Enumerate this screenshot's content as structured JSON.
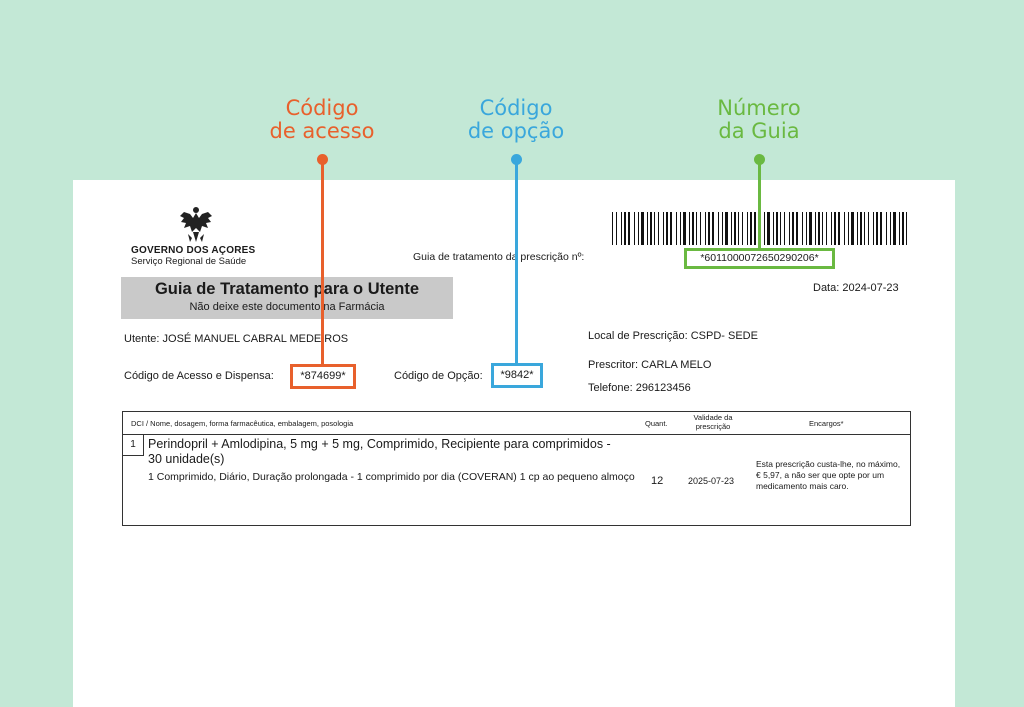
{
  "callouts": {
    "access_line1": "Código",
    "access_line2": "de acesso",
    "option_line1": "Código",
    "option_line2": "de opção",
    "guide_line1": "Número",
    "guide_line2": "da Guia"
  },
  "colors": {
    "orange": "#e8602c",
    "blue": "#3aa7dc",
    "green": "#6ab941",
    "background": "#c3e8d6"
  },
  "header": {
    "crest_icon": "eagle-crest-icon",
    "gov_title": "GOVERNO DOS AÇORES",
    "gov_subtitle": "Serviço Regional de Saúde",
    "guide_label": "Guia de tratamento da prescrição nº:",
    "guide_number": "*6011000072650290206*"
  },
  "title": {
    "main": "Guia de Tratamento para o Utente",
    "sub": "Não deixe este documento na Farmácia"
  },
  "date": "Data:  2024-07-23",
  "patient": {
    "utente": "Utente:  JOSÉ MANUEL CABRAL MEDEIROS",
    "access_label": "Código de Acesso e Dispensa:",
    "access_code": "*874699*",
    "option_label": "Código de Opção:",
    "option_code": "*9842*"
  },
  "prescription": {
    "local": "Local de Prescrição:  CSPD- SEDE",
    "prescriber": "Prescritor:  CARLA MELO",
    "phone": "Telefone:  296123456"
  },
  "table": {
    "headers": {
      "dci": "DCI / Nome, dosagem, forma farmacêutica, embalagem, posologia",
      "quant": "Quant.",
      "validity_line1": "Validade da",
      "validity_line2": "prescrição",
      "charges": "Encargos*"
    },
    "row": {
      "number": "1",
      "drug": "Perindopril + Amlodipina, 5 mg + 5 mg, Comprimido, Recipiente para comprimidos - 30 unidade(s)",
      "posology": "1 Comprimido, Diário, Duração prolongada - 1 comprimido por dia (COVERAN) 1 cp ao pequeno almoço",
      "quantity": "12",
      "validity": "2025-07-23",
      "charges": "Esta prescrição custa-lhe, no máximo, € 5,97, a não ser que opte por um medicamento mais caro."
    }
  }
}
